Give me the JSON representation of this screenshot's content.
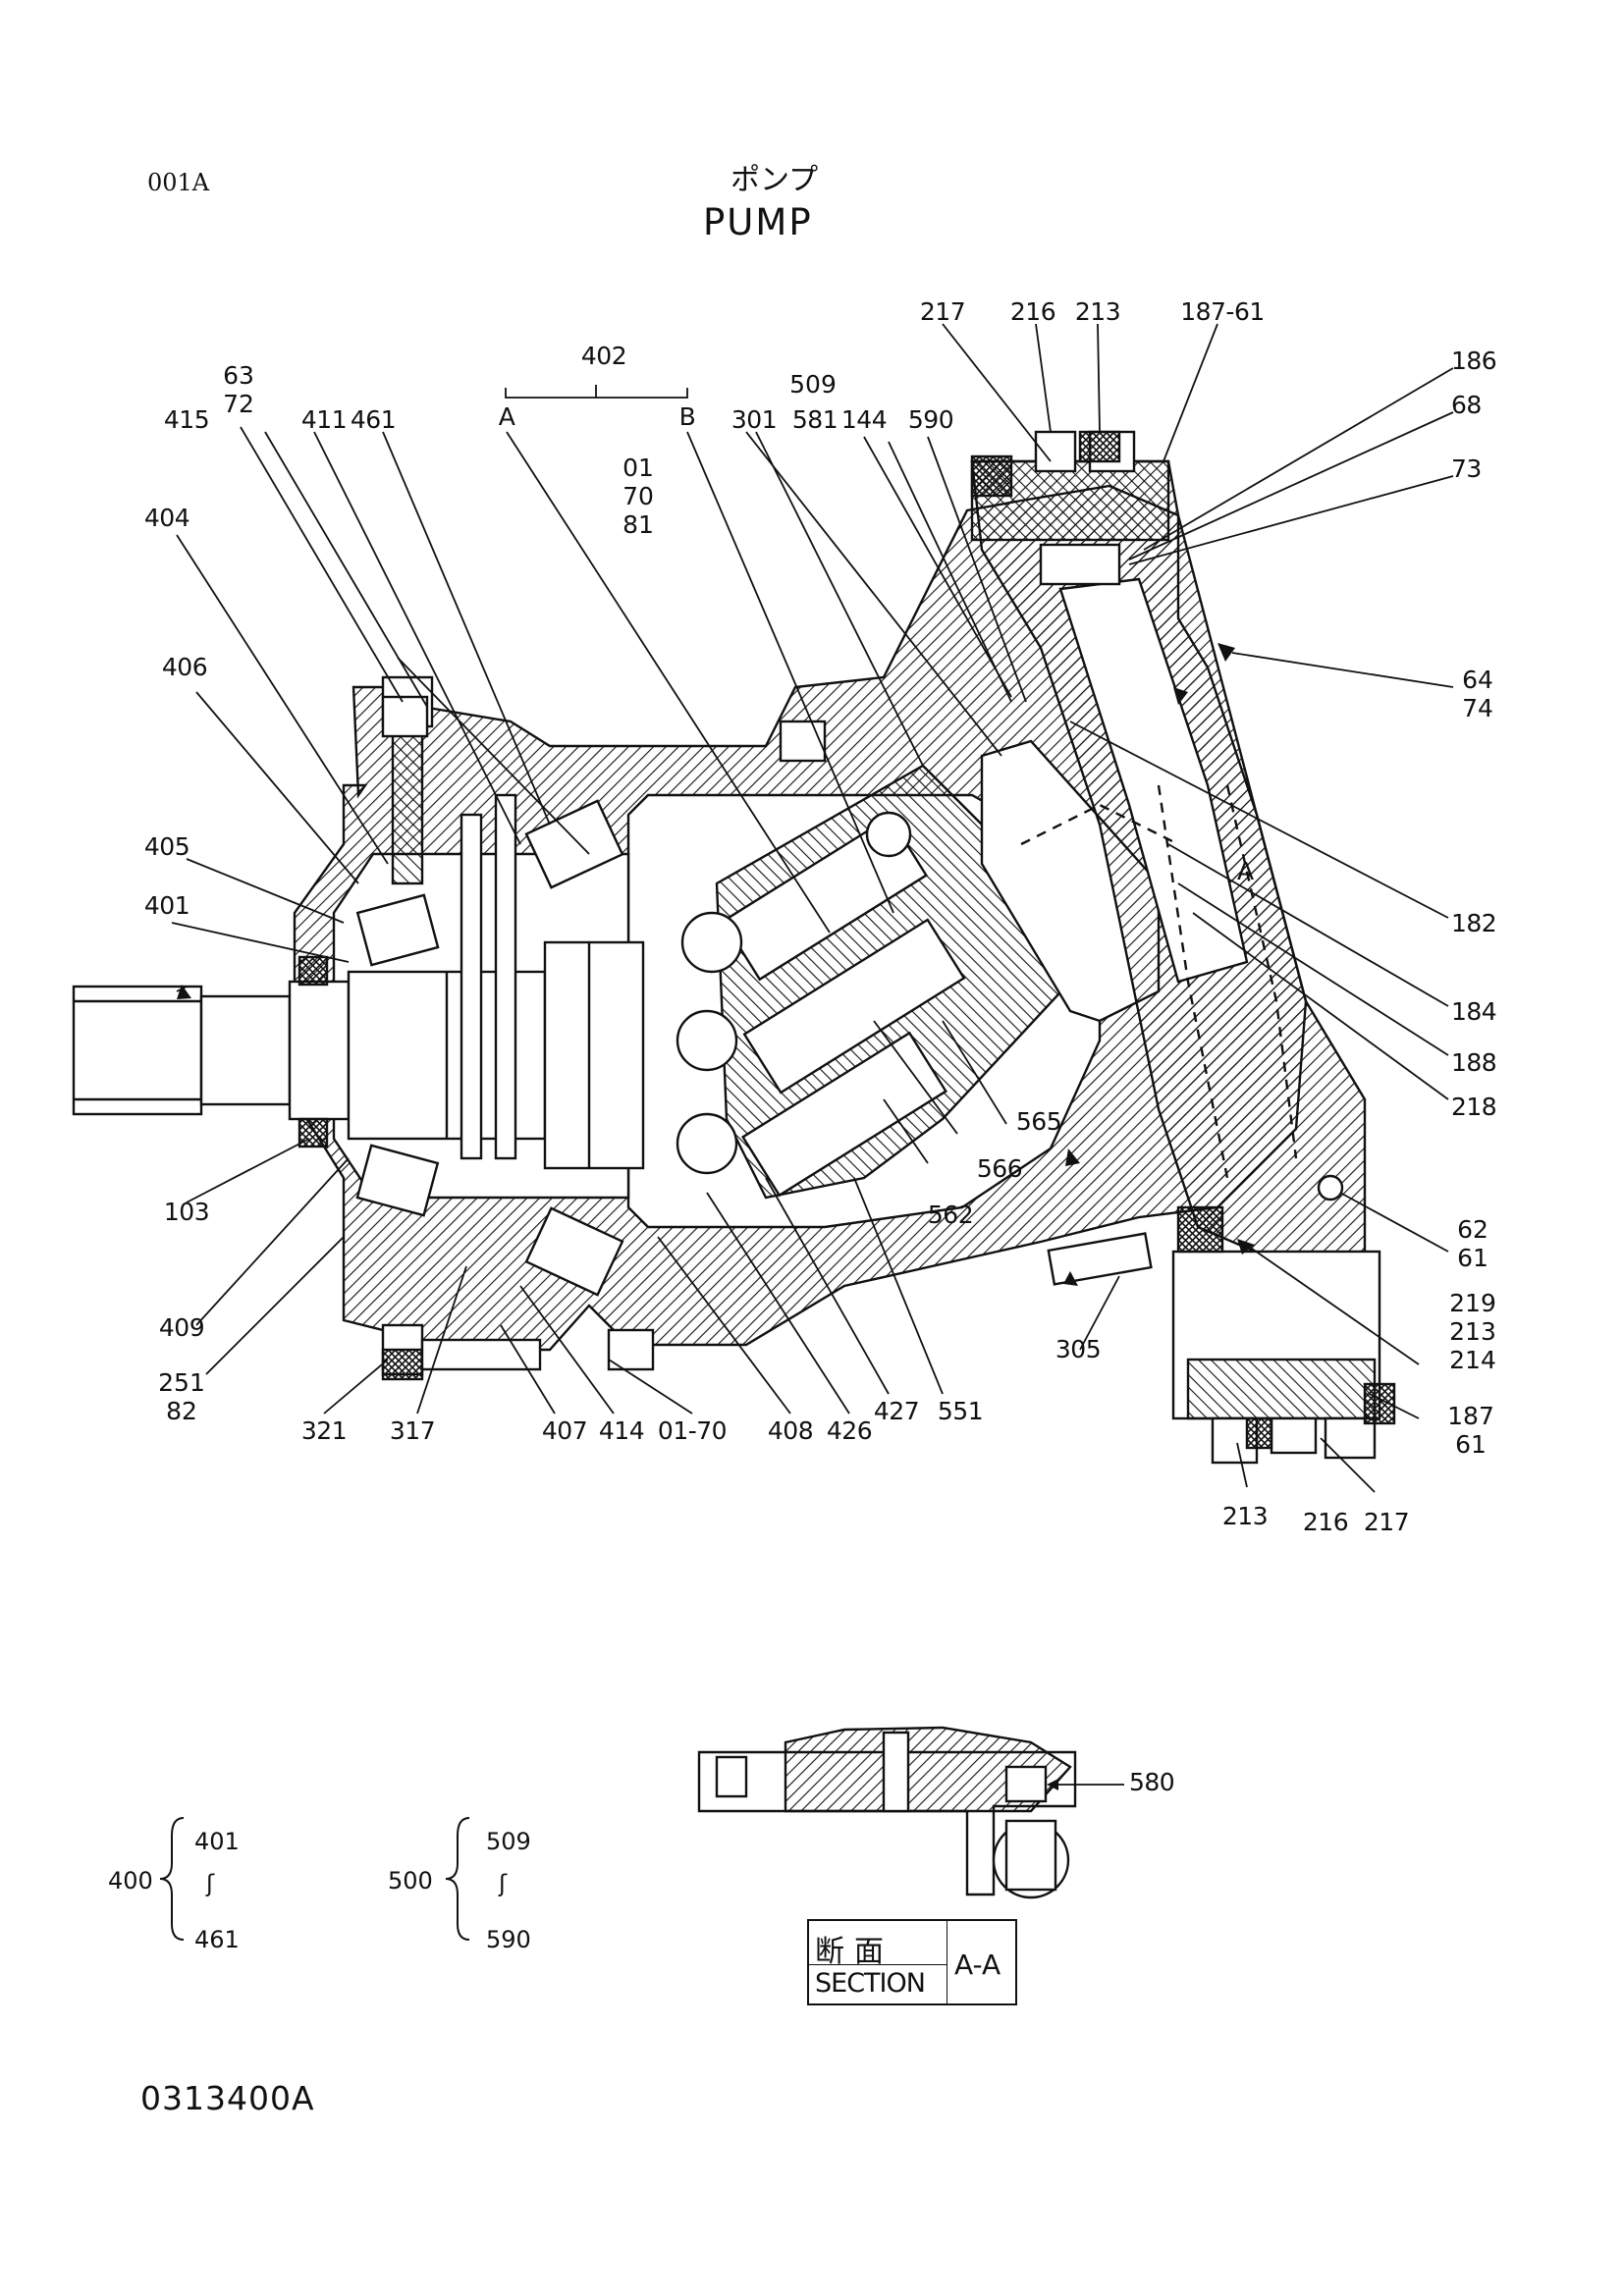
{
  "header": {
    "code": "001A",
    "title_jp": "ポンプ",
    "title_en": "PUMP"
  },
  "labels": {
    "l217t": "217",
    "l216t": "216",
    "l213t": "213",
    "l187_61": "187-61",
    "l186": "186",
    "l68": "68",
    "l73": "73",
    "l402": "402",
    "l402A": "A",
    "l402B": "B",
    "l63": "63",
    "l72": "72",
    "l415": "415",
    "l411": "411",
    "l461": "461",
    "l509": "509",
    "l581": "581",
    "l301": "301",
    "l144": "144",
    "l590": "590",
    "l01": "01",
    "l70": "70",
    "l81": "81",
    "l404": "404",
    "l406": "406",
    "l405": "405",
    "l401": "401",
    "l64": "64",
    "l74": "74",
    "l182": "182",
    "l184": "184",
    "l188": "188",
    "l218": "218",
    "l565": "565",
    "l566": "566",
    "l562": "562",
    "l103": "103",
    "l62": "62",
    "l61a": "61",
    "l219": "219",
    "l213m": "213",
    "l214": "214",
    "l305": "305",
    "l409": "409",
    "l251": "251",
    "l82": "82",
    "l187b": "187",
    "l61b": "61",
    "l321": "321",
    "l317": "317",
    "l407": "407",
    "l414": "414",
    "l01_70": "01-70",
    "l408": "408",
    "l426": "426",
    "l427": "427",
    "l551": "551",
    "l213b": "213",
    "l216b": "216",
    "l217b": "217",
    "l580": "580",
    "lA": "A"
  },
  "groups": {
    "g400": {
      "name": "400",
      "first": "401",
      "tilde": "ʃ",
      "last": "461"
    },
    "g500": {
      "name": "500",
      "first": "509",
      "tilde": "ʃ",
      "last": "590"
    }
  },
  "section": {
    "jp": "断面",
    "en": "SECTION",
    "view": "A-A"
  },
  "footer": {
    "doc_number": "0313400A"
  }
}
